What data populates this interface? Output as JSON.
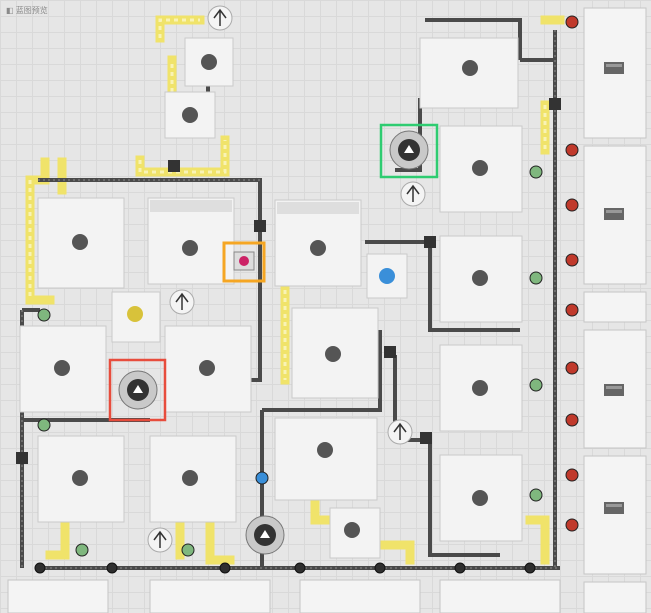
{
  "header": {
    "title": "◧ 蓝图预览"
  },
  "colors": {
    "belt": "#f0e36a",
    "pipe": "#4a4a4a",
    "highlight_green": "#2ecc71",
    "highlight_orange": "#f5a623",
    "highlight_red": "#e74c3c",
    "node_red": "#c0392b",
    "node_green": "#7fb77e",
    "node_blue": "#3a8fd9"
  },
  "highlights": [
    {
      "name": "highlight-green-hub",
      "color": "#2ecc71"
    },
    {
      "name": "highlight-orange-node",
      "color": "#f5a623"
    },
    {
      "name": "highlight-red-hub",
      "color": "#e74c3c"
    }
  ],
  "icons": [
    "hub-icon",
    "factory-icon",
    "storage-chest-icon",
    "power-pylon-icon",
    "splitter-icon",
    "router-icon"
  ]
}
